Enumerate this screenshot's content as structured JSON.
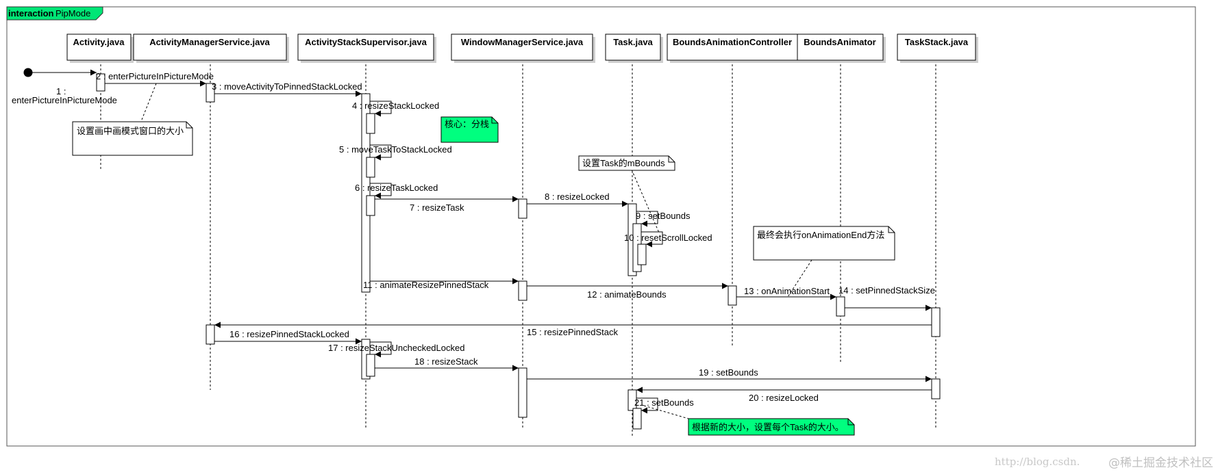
{
  "frame": {
    "keyword": "interaction",
    "name": "PipMode"
  },
  "lifelines": [
    {
      "id": "activity",
      "label": "Activity.java"
    },
    {
      "id": "ams",
      "label": "ActivityManagerService.java"
    },
    {
      "id": "ass",
      "label": "ActivityStackSupervisor.java"
    },
    {
      "id": "wms",
      "label": "WindowManagerService.java"
    },
    {
      "id": "task",
      "label": "Task.java"
    },
    {
      "id": "bac",
      "label": "BoundsAnimationController"
    },
    {
      "id": "ba",
      "label": "BoundsAnimator"
    },
    {
      "id": "ts",
      "label": "TaskStack.java"
    }
  ],
  "messages": [
    {
      "id": "m1",
      "label": "1 :"
    },
    {
      "id": "m1b",
      "label": "enterPictureInPictureMode"
    },
    {
      "id": "m2",
      "label": "2 : enterPictureInPictureMode"
    },
    {
      "id": "m3",
      "label": "3 : moveActivityToPinnedStackLocked"
    },
    {
      "id": "m4",
      "label": "4 : resizeStackLocked"
    },
    {
      "id": "m5",
      "label": "5 : moveTaskToStackLocked"
    },
    {
      "id": "m6",
      "label": "6 : resizeTaskLocked"
    },
    {
      "id": "m7",
      "label": "7 : resizeTask"
    },
    {
      "id": "m8",
      "label": "8 : resizeLocked"
    },
    {
      "id": "m9",
      "label": "9 : setBounds"
    },
    {
      "id": "m10",
      "label": "10 : resetScrollLocked"
    },
    {
      "id": "m11",
      "label": "11 : animateResizePinnedStack"
    },
    {
      "id": "m12",
      "label": "12 : animateBounds"
    },
    {
      "id": "m13",
      "label": "13 : onAnimationStart"
    },
    {
      "id": "m14",
      "label": "14 : setPinnedStackSize"
    },
    {
      "id": "m15",
      "label": "15 : resizePinnedStack"
    },
    {
      "id": "m16",
      "label": "16 : resizePinnedStackLocked"
    },
    {
      "id": "m17",
      "label": "17 : resizeStackUncheckedLocked"
    },
    {
      "id": "m18",
      "label": "18 : resizeStack"
    },
    {
      "id": "m19",
      "label": "19 : setBounds"
    },
    {
      "id": "m20",
      "label": "20 : resizeLocked"
    },
    {
      "id": "m21",
      "label": "21 : setBounds"
    }
  ],
  "notes": [
    {
      "id": "n1",
      "text": "设置画中画模式窗口的大小",
      "color": "#ffffff"
    },
    {
      "id": "n2",
      "text": "核心：分栈",
      "color": "#00ff7f"
    },
    {
      "id": "n3",
      "text": "设置Task的mBounds",
      "color": "#ffffff"
    },
    {
      "id": "n4",
      "text": "最终会执行onAnimationEnd方法",
      "color": "#ffffff"
    },
    {
      "id": "n5",
      "text": "根据新的大小，设置每个Task的大小。",
      "color": "#00ff7f"
    }
  ],
  "watermark": {
    "url": "http://blog.csdn.",
    "brand": "@稀土掘金技术社区"
  },
  "colors": {
    "frameTag": "#00e676",
    "noteHighlight": "#00ff7f",
    "line": "#000000"
  }
}
